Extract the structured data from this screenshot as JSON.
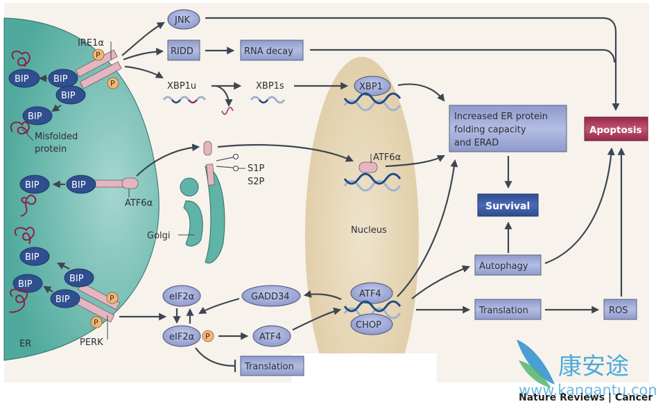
{
  "figure": {
    "credit": "Nature Reviews | Cancer",
    "watermark": {
      "text_cn": "康安途",
      "text_url": "www.kangantu.com"
    }
  },
  "compartments": {
    "er": "ER",
    "nucleus": "Nucleus",
    "golgi": "Golgi"
  },
  "sensors": {
    "ire1": "IRE1α",
    "atf6": "ATF6α",
    "perk": "PERK",
    "phospho": "P"
  },
  "chaperone": {
    "bip": "BIP",
    "misfolded": [
      "Misfolded",
      "protein"
    ]
  },
  "proteases": [
    "S1P",
    "S2P"
  ],
  "ire1_branch": {
    "jnk": "JNK",
    "ridd": "RIDD",
    "rna_decay": "RNA decay",
    "xbp1u": "XBP1u",
    "xbp1s": "XBP1s",
    "xbp1": "XBP1"
  },
  "atf6_branch": {
    "nuclear_atf6": "ATF6α"
  },
  "perk_branch": {
    "eif2a": "eIF2α",
    "eif2a_p": "eIF2α",
    "gadd34": "GADD34",
    "atf4_cyto": "ATF4",
    "translation_block": "Translation",
    "atf4_nuc": "ATF4",
    "chop": "CHOP"
  },
  "outcomes": {
    "folding": [
      "Increased ER protein",
      "folding capacity",
      "and ERAD"
    ],
    "survival": "Survival",
    "apoptosis": "Apoptosis",
    "autophagy": "Autophagy",
    "translation": "Translation",
    "ros": "ROS"
  },
  "colors": {
    "er": "#5fb3a7",
    "nucleus": "#e6d5b3",
    "box": "#9aa5d4",
    "survival": "#3a5aa0",
    "apoptosis": "#a83a5c",
    "bip": "#2f4f8f",
    "background": "#f7f2ec"
  }
}
